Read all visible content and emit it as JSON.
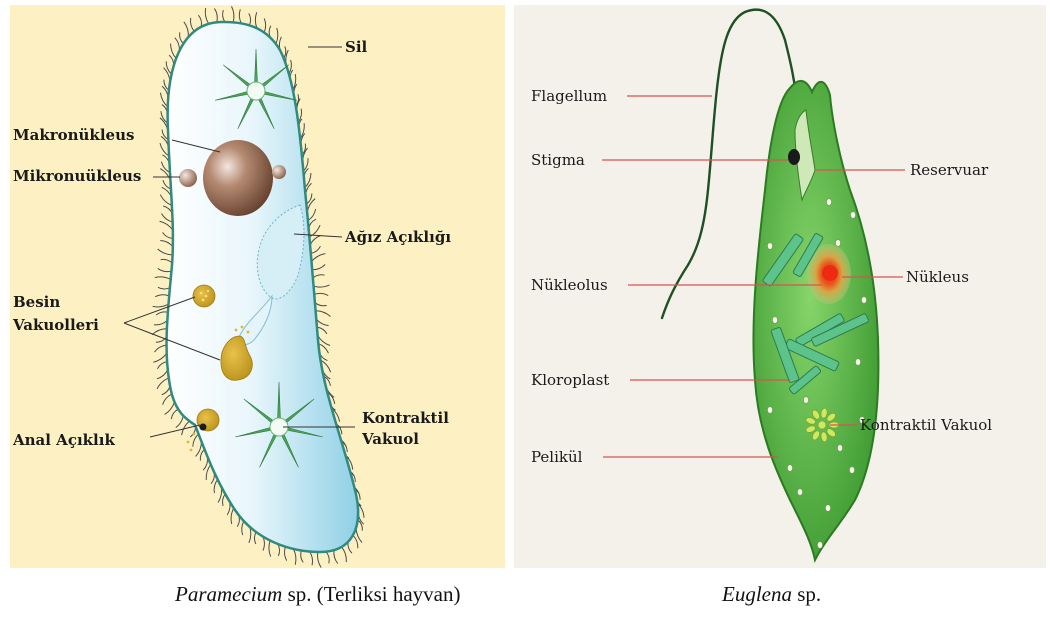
{
  "paramecium": {
    "labels": {
      "sil": "Sil",
      "makronukleus": "Makronükleus",
      "mikronukleus": "Mikronuükleus",
      "agiz": "Ağız Açıklığı",
      "besin_1": "Besin",
      "besin_2": "Vakuolleri",
      "kontraktil_1": "Kontraktil",
      "kontraktil_2": "Vakuol",
      "anal": "Anal Açıklık"
    },
    "caption_italic": "Paramecium",
    "caption_rest": " sp. (Terliksi hayvan)"
  },
  "euglena": {
    "labels": {
      "flagellum": "Flagellum",
      "stigma": "Stigma",
      "reservuar": "Reservuar",
      "nukleolus": "Nükleolus",
      "nukleus": "Nükleus",
      "kloroplast": "Kloroplast",
      "kontraktil": "Kontraktil Vakuol",
      "pelikul": "Pelikül"
    },
    "caption_italic": "Euglena",
    "caption_rest": " sp."
  },
  "colors": {
    "paramecium_bg": "#fdf1c4",
    "paramecium_body": "#bfe6f2",
    "paramecium_outline": "#2f8a80",
    "euglena_bg": "#f4f1ea",
    "euglena_body": "#58b848",
    "euglena_outline": "#2c7a22",
    "leader_line": "#d9534f"
  }
}
